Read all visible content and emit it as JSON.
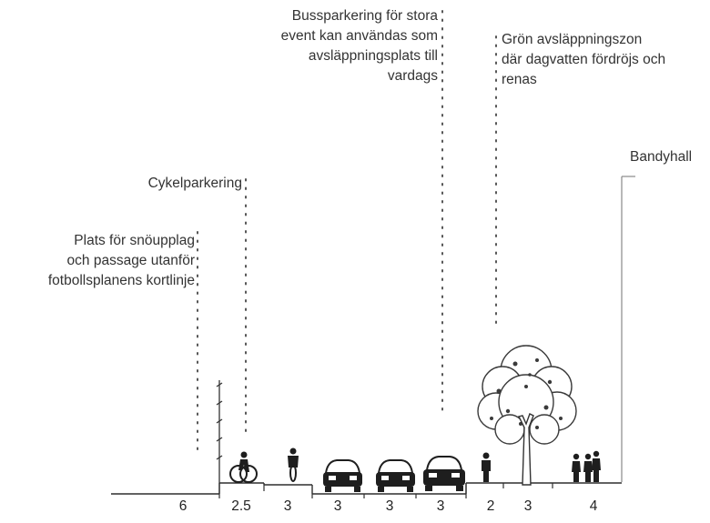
{
  "annotations": {
    "snow": [
      "Plats för snöupplag",
      "och passage utanför",
      "fotbollsplanens kortlinje"
    ],
    "bike": [
      "Cykelparkering"
    ],
    "bus": [
      "Bussparkering för stora",
      "event kan användas som",
      "avsläppningsplats till",
      "vardags"
    ],
    "green": [
      "Grön avsläppningszon",
      "där dagvatten fördröjs och",
      "renas"
    ],
    "hall": [
      "Bandyhall"
    ]
  },
  "dimensions": [
    "6",
    "2.5",
    "3",
    "3",
    "3",
    "3",
    "2",
    "3",
    "4"
  ],
  "colors": {
    "ink": "#2b2b2b",
    "leader": "#555555",
    "ground": "#333333"
  },
  "icons": [
    "cyclist-icon",
    "car-icon",
    "tree-icon",
    "people-icon"
  ]
}
